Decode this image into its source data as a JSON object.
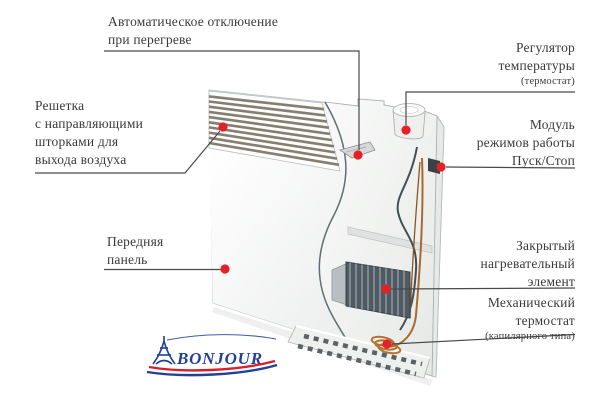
{
  "colors": {
    "accent_red": "#e52128",
    "leader_line": "#4a4a4a",
    "text": "#3a3a3a",
    "logo_blue": "#21409a",
    "logo_red": "#d61f26"
  },
  "labels": {
    "auto_shutoff": {
      "lines": [
        "Автоматическое отключение",
        "при перегреве"
      ]
    },
    "grille": {
      "lines": [
        "Решетка",
        "с направляющими",
        "шторками для",
        "выхода воздуха"
      ]
    },
    "front_panel": {
      "lines": [
        "Передняя",
        "панель"
      ]
    },
    "temp_regulator": {
      "lines": [
        "Регулятор",
        "температуры"
      ],
      "note": "(термостат)"
    },
    "mode_module": {
      "lines": [
        "Модуль",
        "режимов работы",
        "Пуск/Стоп"
      ]
    },
    "heating_element": {
      "lines": [
        "Закрытый",
        "нагревательный",
        "элемент"
      ]
    },
    "mech_thermostat": {
      "lines": [
        "Механический",
        "термостат"
      ],
      "note": "(капилярного типа)"
    }
  },
  "logo": {
    "text": "BONJOUR"
  }
}
